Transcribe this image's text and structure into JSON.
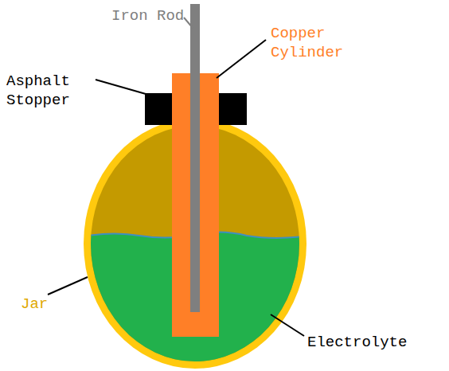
{
  "diagram": {
    "labels": [
      "Iron Rod",
      "Copper Cylinder",
      "Asphalt Stopper",
      "Jar",
      "Electrolyte"
    ]
  }
}
